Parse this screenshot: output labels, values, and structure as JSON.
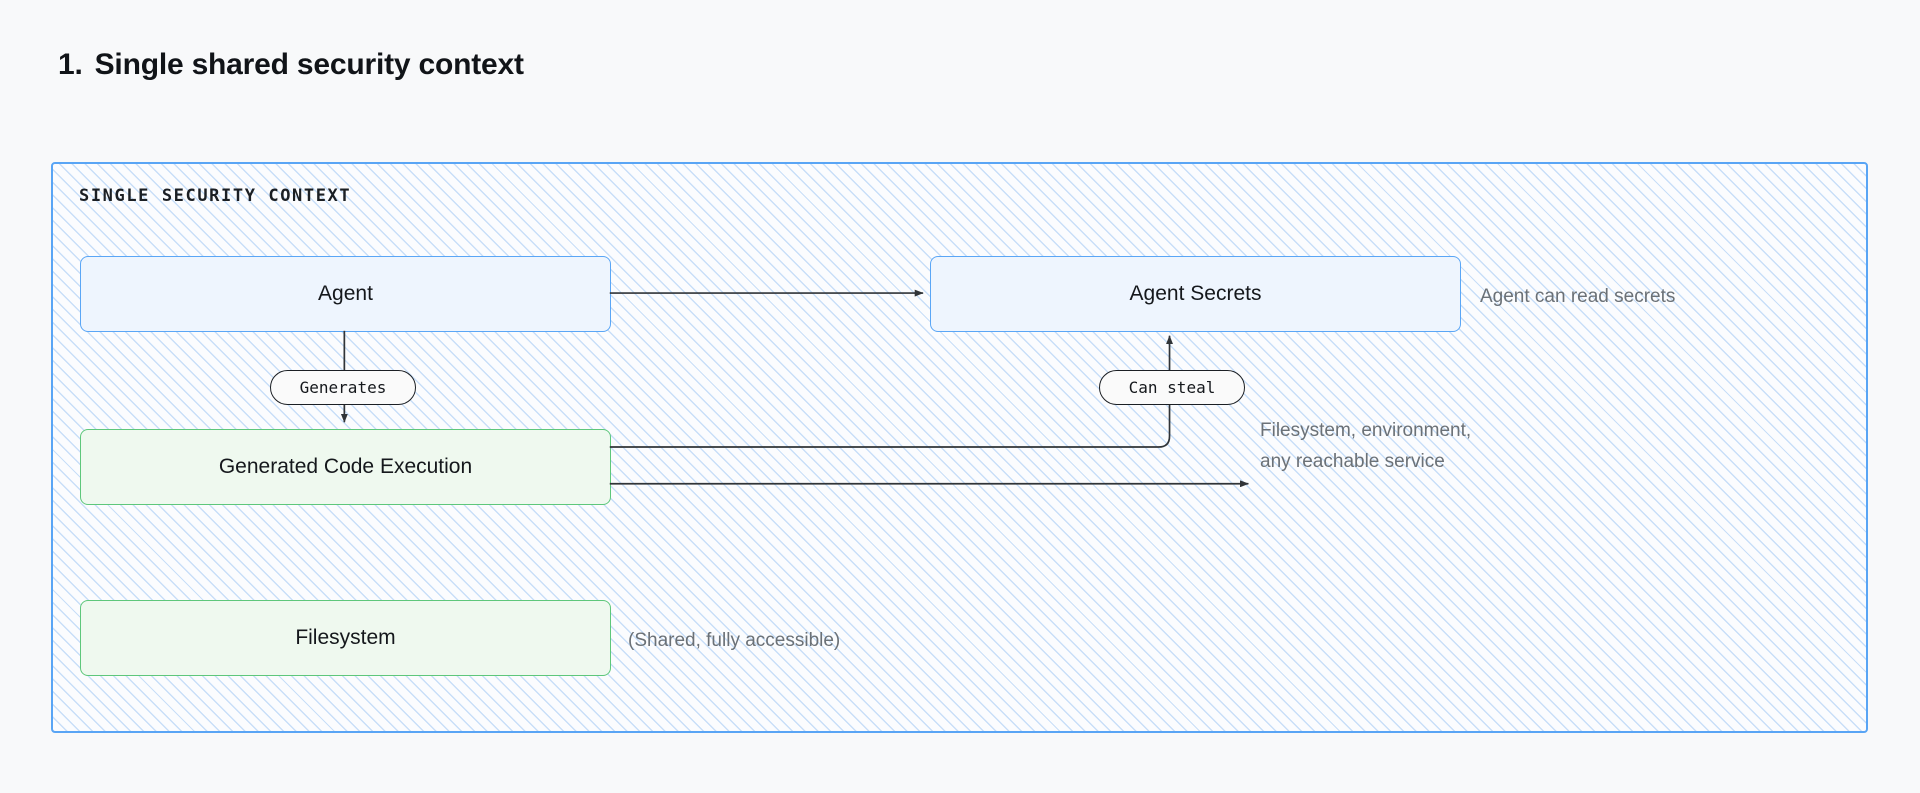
{
  "heading": {
    "number": "1.",
    "text": "Single shared security context"
  },
  "container": {
    "label": "SINGLE SECURITY CONTEXT",
    "border_color": "#59a5f5",
    "fill_color": "#fbfcfe",
    "hatch_color": "#7db2f0"
  },
  "nodes": [
    {
      "id": "agent",
      "label": "Agent",
      "style": "blue",
      "fill": "#eef5fe",
      "border": "#5aa6f6"
    },
    {
      "id": "agent-secrets",
      "label": "Agent Secrets",
      "style": "blue",
      "fill": "#eef5fe",
      "border": "#5aa6f6"
    },
    {
      "id": "generated-code-execution",
      "label": "Generated Code Execution",
      "style": "green",
      "fill": "#eff9ef",
      "border": "#5ec77b"
    },
    {
      "id": "filesystem",
      "label": "Filesystem",
      "style": "green",
      "fill": "#eff9ef",
      "border": "#5ec77b"
    }
  ],
  "edge_labels": [
    {
      "id": "generates",
      "label": "Generates"
    },
    {
      "id": "can-steal",
      "label": "Can steal"
    }
  ],
  "notes": [
    {
      "id": "agent-can-read-secrets",
      "text": "Agent can read secrets"
    },
    {
      "id": "reachable-surface",
      "line1": "Filesystem, environment,",
      "line2": "any reachable service"
    },
    {
      "id": "filesystem-shared",
      "text": "(Shared, fully accessible)"
    }
  ],
  "colors": {
    "page_background": "#f8f9fa",
    "edge_stroke": "#303438",
    "note_text": "#6b7177",
    "title_text": "#111418"
  }
}
